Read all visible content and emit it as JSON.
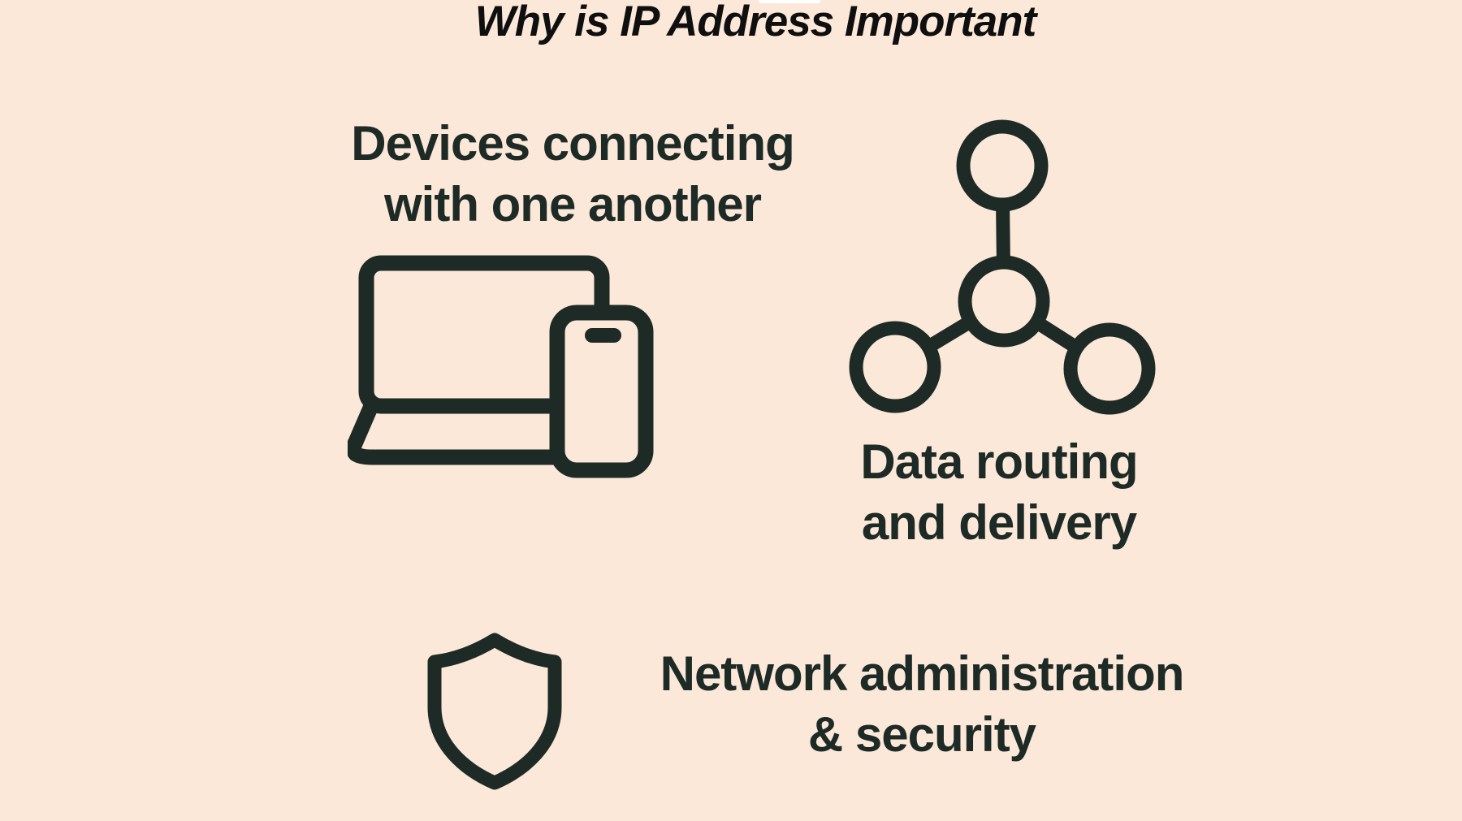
{
  "page": {
    "background": "#fce8d9",
    "ink": "#1d2a25",
    "title_color": "#0f0f0f",
    "artifact_color": "#ffffff"
  },
  "title": "Why is IP Address Important",
  "sections": [
    {
      "line1": "Devices connecting",
      "line2": "with one another",
      "icon": "laptop-phone-icon"
    },
    {
      "line1": "Data routing",
      "line2": "and delivery",
      "icon": "network-nodes-icon"
    },
    {
      "line1": "Network administration",
      "line2": "& security",
      "icon": "shield-icon"
    }
  ]
}
